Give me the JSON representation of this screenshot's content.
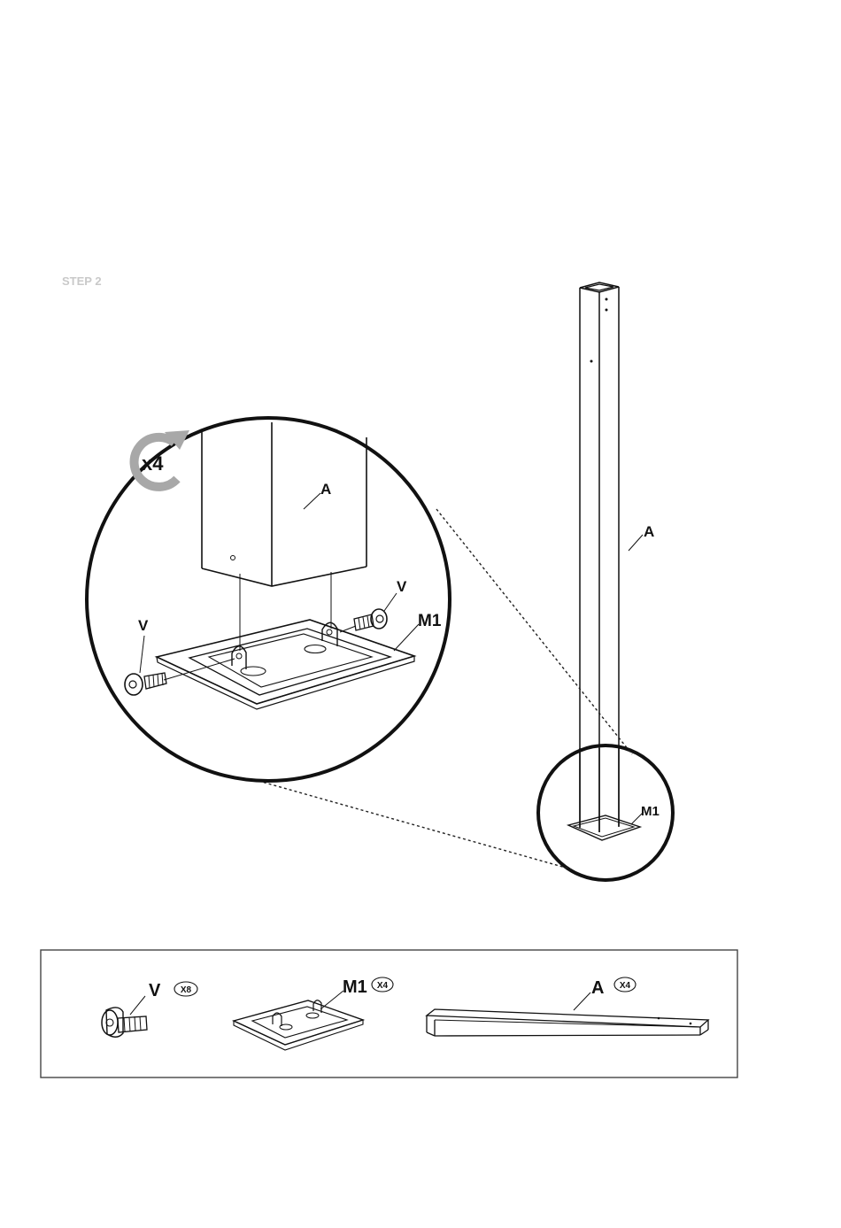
{
  "step_heading": "STEP 2",
  "rotation_badge": {
    "text": "x4",
    "icon": "rotate-arrow-icon"
  },
  "detail_view": {
    "leg_label": "A",
    "screw_label_left": "V",
    "screw_label_right": "V",
    "bracket_label": "M1"
  },
  "overview": {
    "leg_label": "A",
    "bracket_label": "M1"
  },
  "parts_box": {
    "items": [
      {
        "label": "V",
        "qty": "X8",
        "icon": "screw-icon"
      },
      {
        "label": "M1",
        "qty": "X4",
        "icon": "foot-bracket-icon"
      },
      {
        "label": "A",
        "qty": "X4",
        "icon": "leg-tube-icon"
      }
    ]
  },
  "colors": {
    "ink": "#111111",
    "paper": "#ffffff",
    "badge_gray": "#a8a8a8"
  }
}
